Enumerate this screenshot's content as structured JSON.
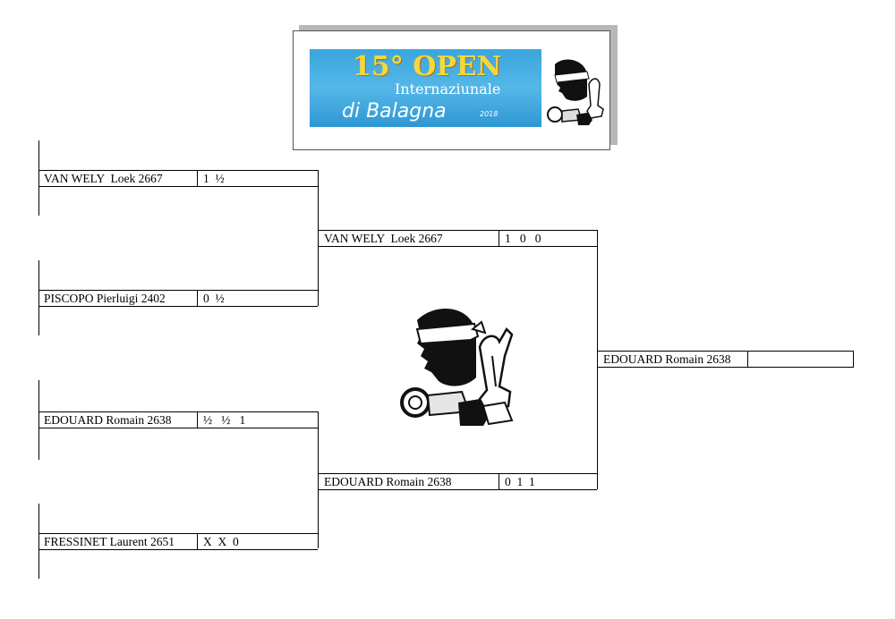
{
  "banner": {
    "line1": "15° OPEN",
    "line2": "Internaziunale",
    "line3": "di Balagna",
    "year": "2018",
    "colors": {
      "sky": "#3aa6dd",
      "gold": "#f6d83b"
    }
  },
  "round1": [
    {
      "name": "VAN WELY  Loek 2667",
      "score": "1  ½"
    },
    {
      "name": "PISCOPO Pierluigi 2402",
      "score": "0  ½"
    },
    {
      "name": "EDOUARD Romain 2638",
      "score": "½   ½   1"
    },
    {
      "name": "FRESSINET Laurent 2651",
      "score": "X  X  0"
    }
  ],
  "round2": [
    {
      "name": "VAN WELY  Loek 2667",
      "score": "1   0   0"
    },
    {
      "name": "EDOUARD Romain 2638",
      "score": "0  1  1"
    }
  ],
  "final": {
    "name": "EDOUARD Romain 2638",
    "score": ""
  },
  "icons": [
    "moor-head-chess-emblem",
    "moor-head-chess-emblem-small"
  ]
}
